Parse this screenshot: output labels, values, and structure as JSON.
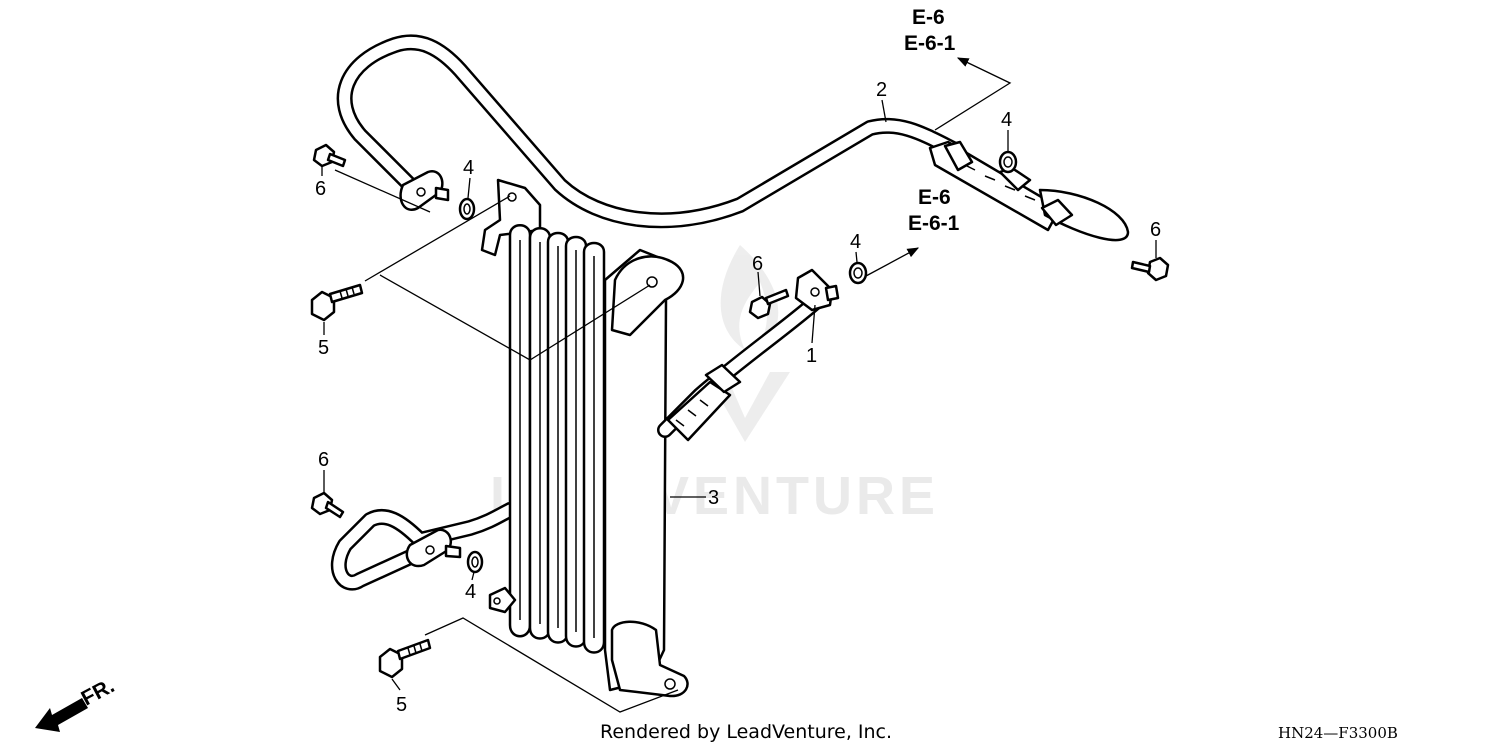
{
  "diagram": {
    "callouts": {
      "c1": "1",
      "c2": "2",
      "c3": "3",
      "c4a": "4",
      "c4b": "4",
      "c4c": "4",
      "c4d": "4",
      "c5a": "5",
      "c5b": "5",
      "c6a": "6",
      "c6b": "6",
      "c6c": "6",
      "c6d": "6"
    },
    "refs": {
      "top_ref1": "E-6",
      "top_ref2": "E-6-1",
      "mid_ref1": "E-6",
      "mid_ref2": "E-6-1"
    },
    "front_label": "FR.",
    "watermark": "LEADVENTURE",
    "footer_text": "Rendered by LeadVenture, Inc.",
    "diagram_code": "HN24—F3300B"
  }
}
